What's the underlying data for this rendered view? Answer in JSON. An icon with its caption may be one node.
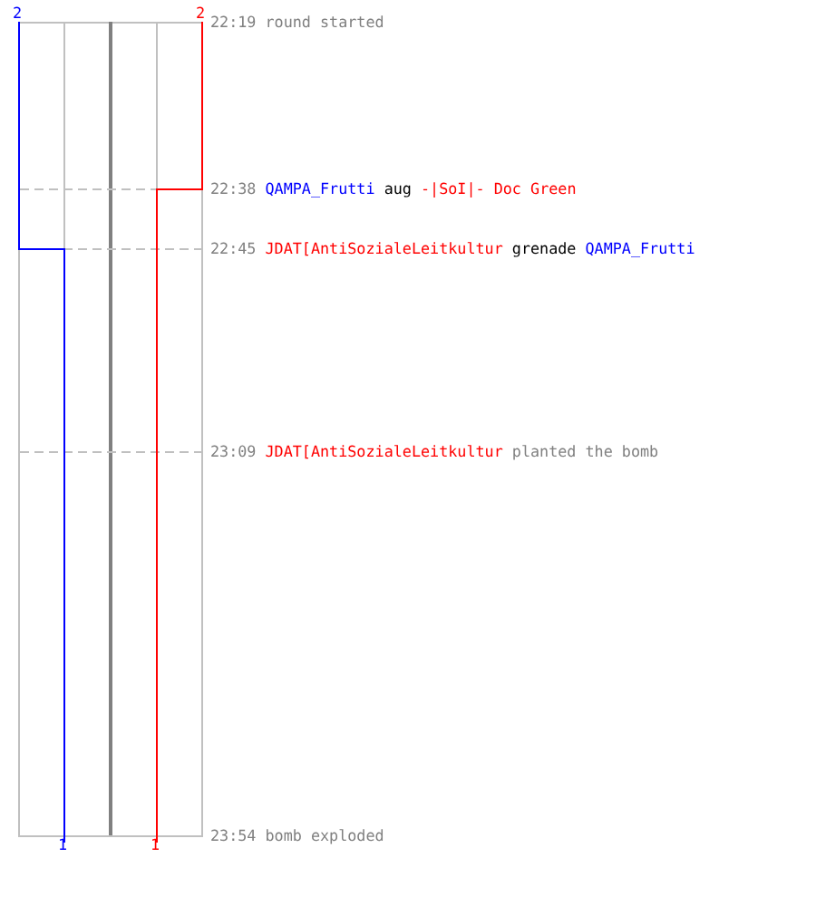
{
  "diagram": {
    "labels": [
      "2",
      "2",
      "22:19",
      "round started",
      "22:38",
      "QAMPA_Frutti",
      "aug",
      "-|SoI|- Doc Green",
      "22:45",
      "JDAT[AntiSozialeLeitkultur",
      "grenade",
      "QAMPA_Frutti",
      "23:09",
      "JDAT[AntiSozialeLeitkultur",
      "planted the bomb",
      "23:54",
      "bomb exploded",
      "1",
      "1"
    ]
  }
}
